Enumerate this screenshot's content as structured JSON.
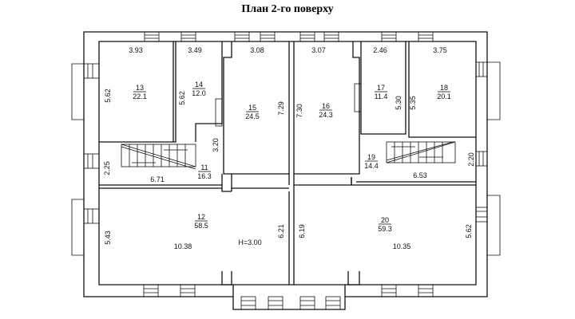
{
  "title": "План 2-го поверху",
  "ceiling_height": "H=3.00",
  "rooms": [
    {
      "no": "13",
      "area": "22.1"
    },
    {
      "no": "14",
      "area": "12.0"
    },
    {
      "no": "15",
      "area": "24.5"
    },
    {
      "no": "16",
      "area": "24.3"
    },
    {
      "no": "17",
      "area": "11.4"
    },
    {
      "no": "18",
      "area": "20.1"
    },
    {
      "no": "11",
      "area": "16.3"
    },
    {
      "no": "19",
      "area": "14.4"
    },
    {
      "no": "12",
      "area": "58.5"
    },
    {
      "no": "20",
      "area": "59.3"
    }
  ],
  "dimensions": {
    "r13_w": "3.93",
    "r13_h": "5.62",
    "r14_w": "3.49",
    "r14_h": "5.62",
    "r15_w": "3.08",
    "r15_h": "7.29",
    "r16_w": "3.07",
    "r16_h": "7.30",
    "r17_w": "2.46",
    "r17_h": "5.30",
    "r18_w": "3.75",
    "r18_h": "5.35",
    "r11_w": "6.71",
    "r11_h": "2.25",
    "r11_h2": "3.20",
    "r19_w": "6.53",
    "r19_h": "2.20",
    "r12_w": "10.38",
    "r12_h": "5.43",
    "r12_h2": "6.21",
    "r20_w": "10.35",
    "r20_h": "5.62",
    "r20_h2": "6.19"
  }
}
